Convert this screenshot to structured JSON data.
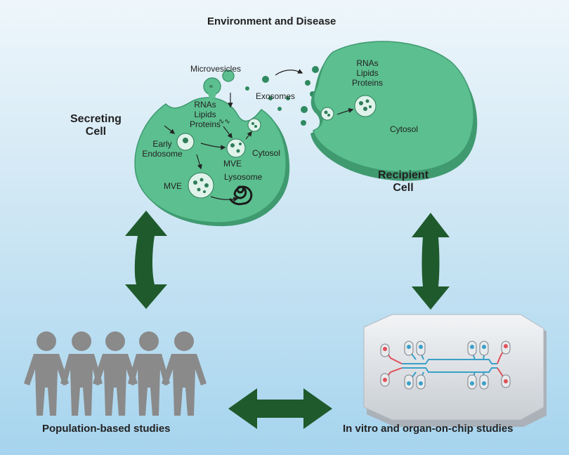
{
  "title": "Environment and Disease",
  "secreting_cell": {
    "name_line1": "Secreting",
    "name_line2": "Cell",
    "cargo": [
      "RNAs",
      "Lipids",
      "Proteins"
    ],
    "early_endosome_line1": "Early",
    "early_endosome_line2": "Endosome",
    "mve_a": "MVE",
    "mve_b": "MVE",
    "lysosome": "Lysosome",
    "cytosol": "Cytosol"
  },
  "vesicles": {
    "microvesicles": "Microvesicles",
    "exosomes": "Exosomes"
  },
  "recipient_cell": {
    "name_line1": "Recipient",
    "name_line2": "Cell",
    "cargo": [
      "RNAs",
      "Lipids",
      "Proteins"
    ],
    "cytosol": "Cytosol"
  },
  "bottom": {
    "population": "Population-based studies",
    "in_vitro": "In vitro and organ-on-chip studies"
  },
  "colors": {
    "cell_fill": "#5cbf8f",
    "cell_dark": "#3f9a70",
    "arrow": "#1f5a2c",
    "person": "#8a8a8a",
    "channel_blue": "#3aa0c8",
    "channel_red": "#e0505a"
  },
  "icons": [
    "person-icon",
    "organ-chip-icon",
    "double-arrow-icon",
    "lysosome-spiral-icon"
  ]
}
